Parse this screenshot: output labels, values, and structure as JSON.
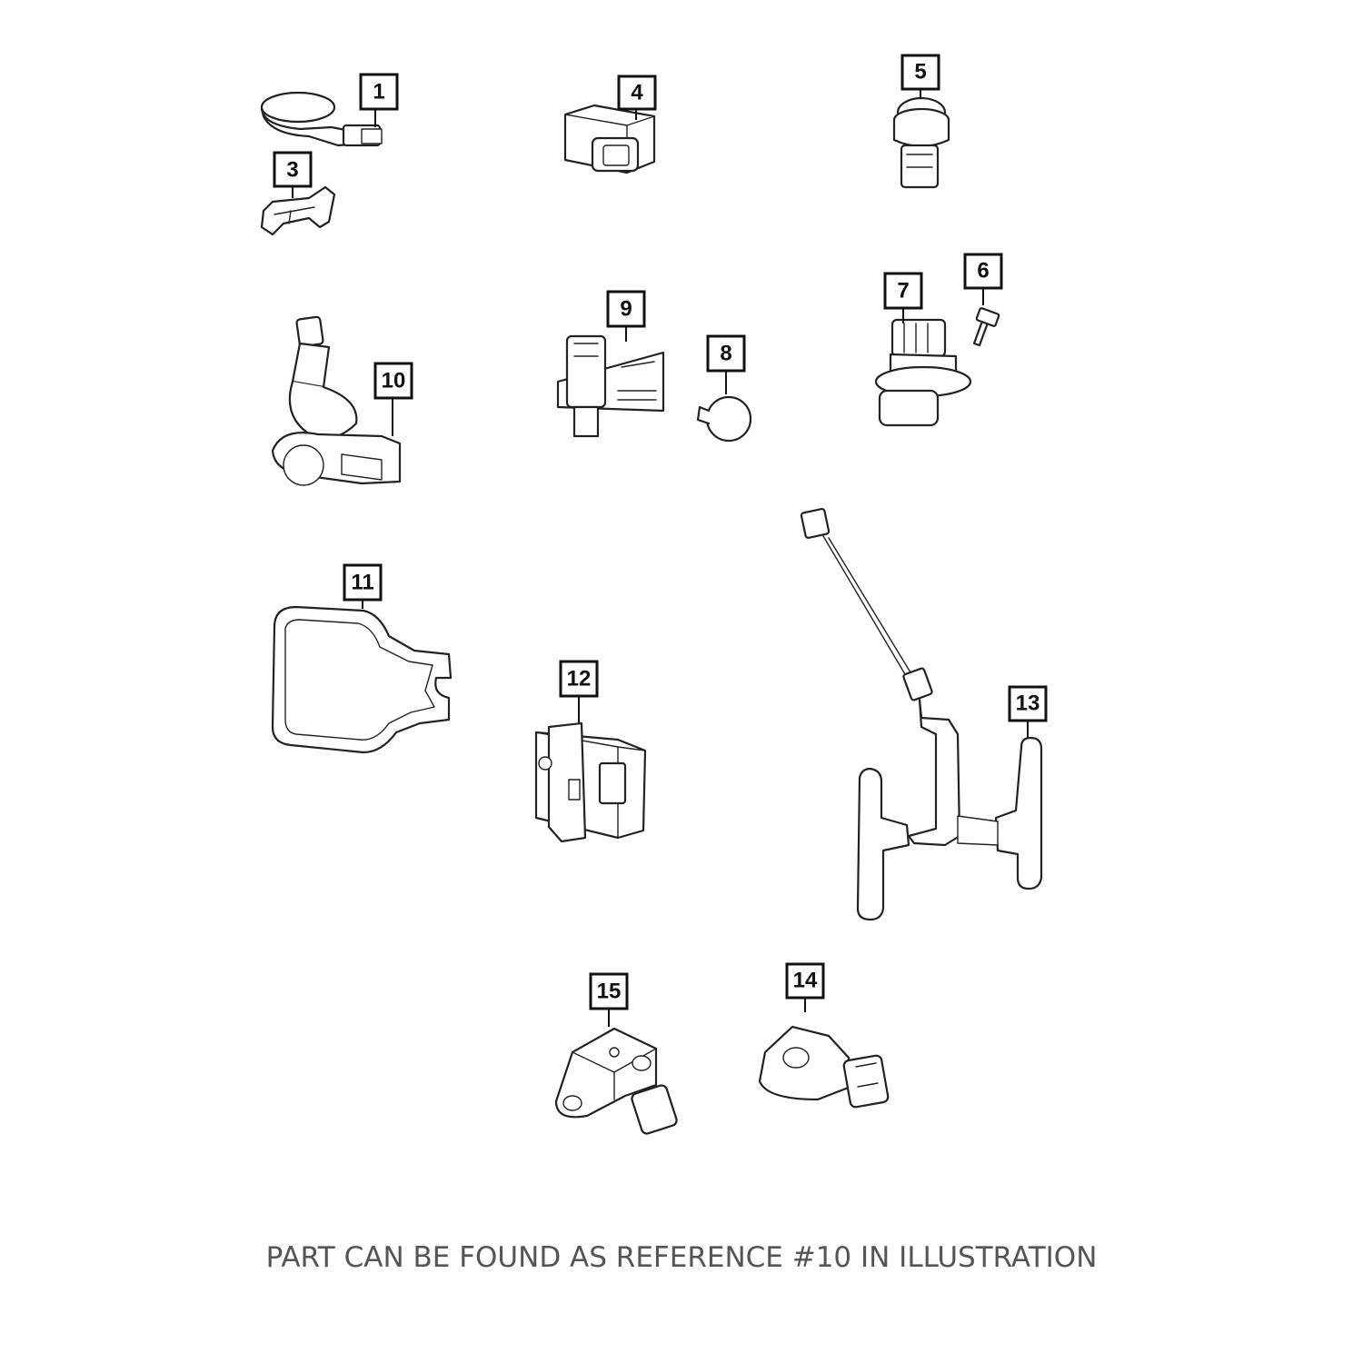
{
  "callouts": {
    "c1": "1",
    "c3": "3",
    "c4": "4",
    "c5": "5",
    "c6": "6",
    "c7": "7",
    "c8": "8",
    "c9": "9",
    "c10": "10",
    "c11": "11",
    "c12": "12",
    "c13": "13",
    "c14": "14",
    "c15": "15"
  },
  "caption": "PART CAN BE FOUND AS REFERENCE #10 IN ILLUSTRATION",
  "colors": {
    "line": "#111111",
    "caption": "#555555",
    "background": "#ffffff"
  }
}
